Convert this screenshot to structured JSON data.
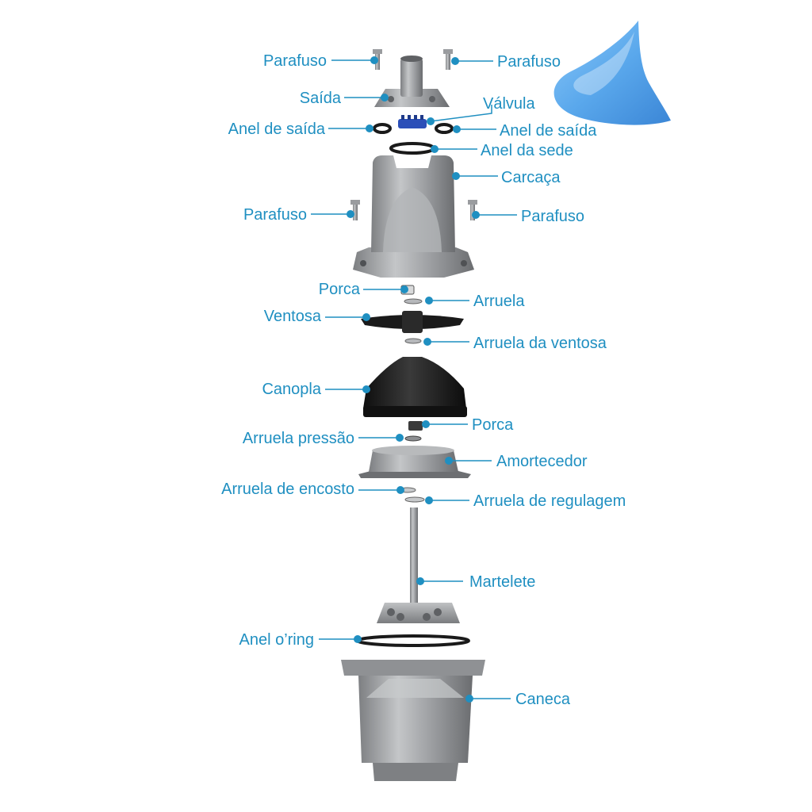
{
  "colors": {
    "accent": "#1f8fc1",
    "label_text": "#1f8fc1",
    "metal": "#a7a9ac",
    "metal_dark": "#6d6f72",
    "rubber": "#1a1a1a",
    "valve": "#2b4fb8",
    "logo": "#5aa8ec"
  },
  "logo": {
    "icon": "blue-shark-fin-logo-icon"
  },
  "labels": {
    "parafuso_top_left": "Parafuso",
    "parafuso_top_right": "Parafuso",
    "saida": "Saída",
    "valvula": "Válvula",
    "anel_saida_left": "Anel de saída",
    "anel_saida_right": "Anel de saída",
    "anel_sede": "Anel da sede",
    "carcaca": "Carcaça",
    "parafuso_mid_left": "Parafuso",
    "parafuso_mid_right": "Parafuso",
    "porca_top": "Porca",
    "arruela": "Arruela",
    "ventosa": "Ventosa",
    "arruela_ventosa": "Arruela da ventosa",
    "canopla": "Canopla",
    "porca_mid": "Porca",
    "arruela_pressao": "Arruela pressão",
    "amortecedor": "Amortecedor",
    "arruela_encosto": "Arruela de encosto",
    "arruela_regulagem": "Arruela de regulagem",
    "martelete": "Martelete",
    "anel_oring": "Anel o’ring",
    "caneca": "Caneca"
  }
}
